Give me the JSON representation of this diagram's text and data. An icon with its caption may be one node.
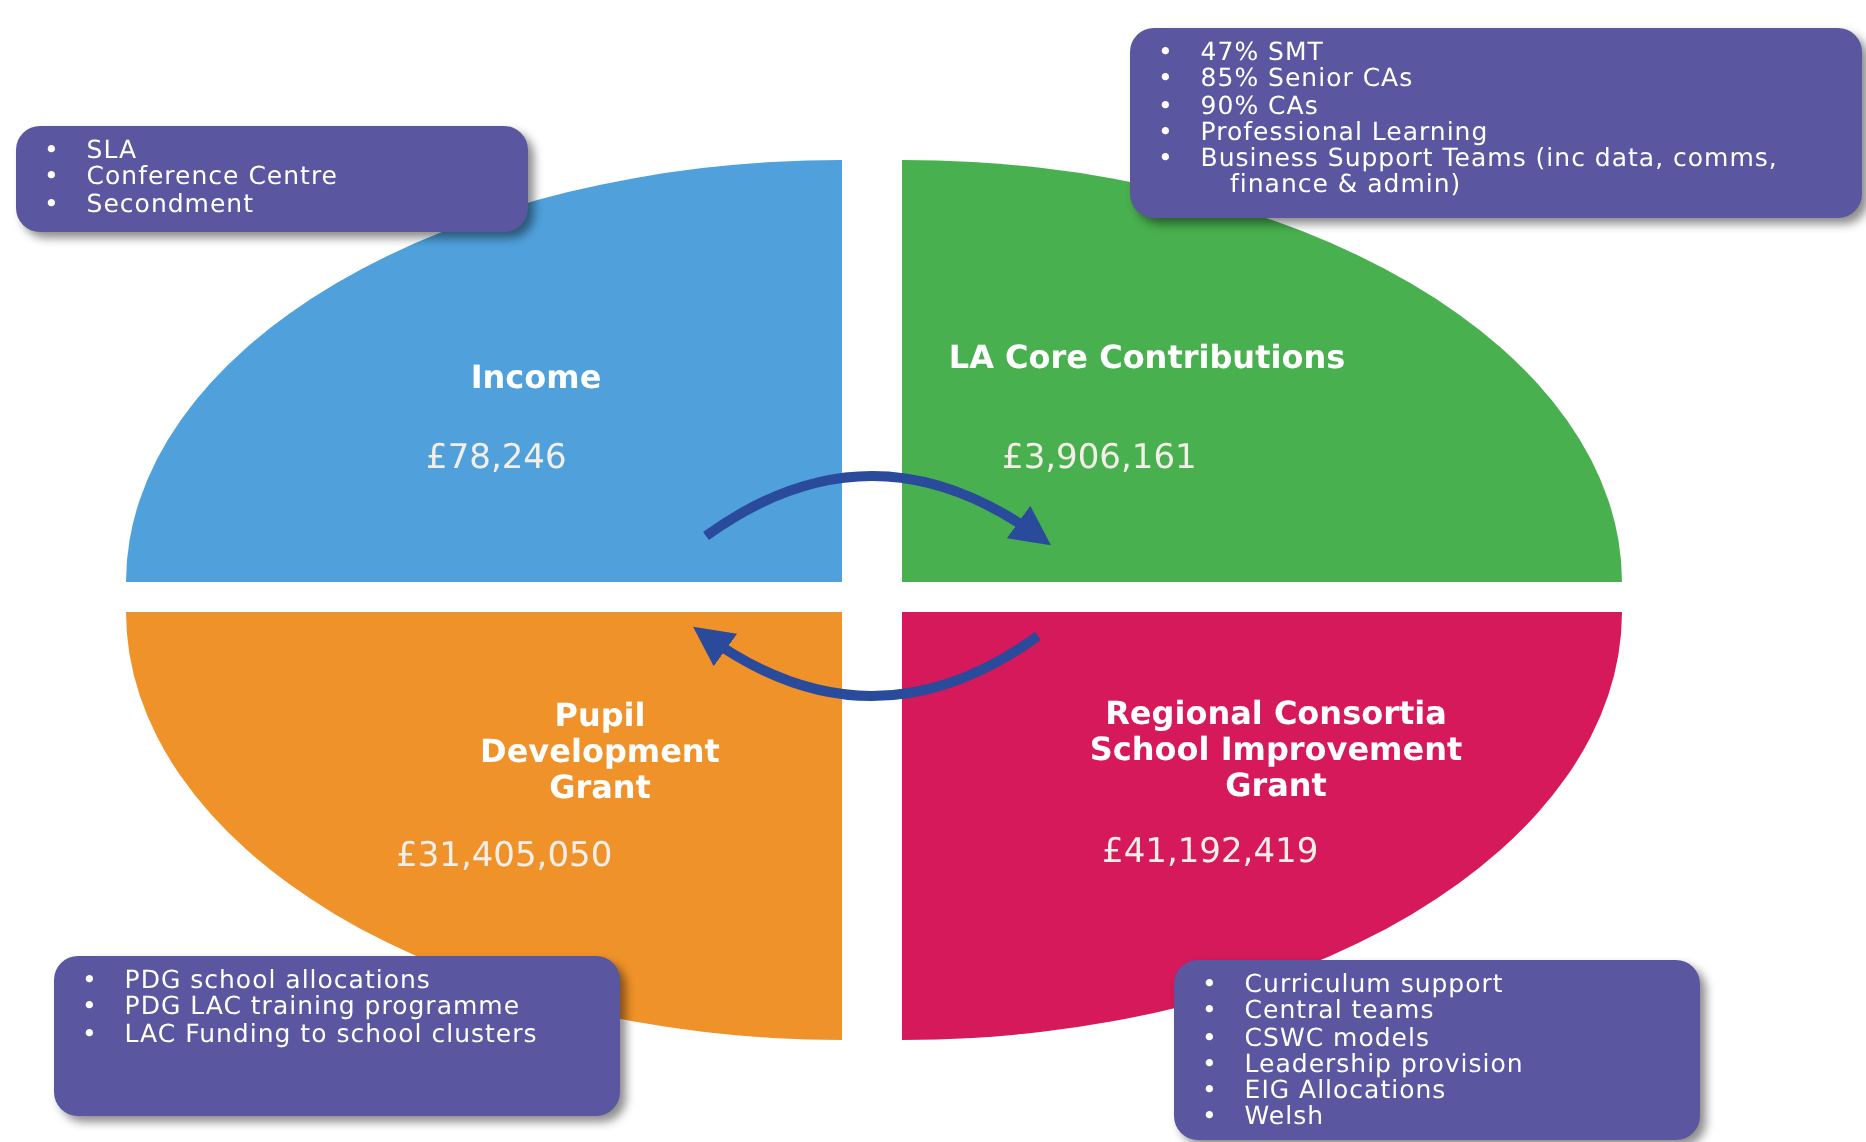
{
  "diagram": {
    "nodes": [
      {
        "text": [
          "Income",
          "£78,246"
        ]
      },
      {
        "text": [
          "LA Core Contributions",
          "£3,906,161"
        ]
      },
      {
        "text": [
          "Pupil Development Grant",
          "£31,405,050"
        ]
      },
      {
        "text": [
          "Regional Consortia School Improvement Grant",
          "£41,192,419"
        ]
      },
      {
        "text": [
          "•   SLA",
          "•   Conference Centre",
          "•   Secondment"
        ]
      },
      {
        "text": [
          "•   47% SMT",
          "•   85% Senior CAs",
          "•   90% CAs",
          "•   Professional Learning",
          "•   Business Support Teams (inc data, comms, finance & admin)"
        ]
      },
      {
        "text": [
          "•   PDG school allocations",
          "•   PDG LAC training programme",
          "•   LAC Funding to school clusters"
        ]
      },
      {
        "text": [
          "•   Curriculum support",
          "•   Central teams",
          "•   CSWC models",
          "•   Leadership provision",
          "•   EIG Allocations",
          "•   Welsh"
        ]
      }
    ],
    "edges": [
      {
        "from": 0,
        "to": 1,
        "arrow": "to"
      },
      {
        "from": 3,
        "to": 2,
        "arrow": "to"
      }
    ]
  }
}
